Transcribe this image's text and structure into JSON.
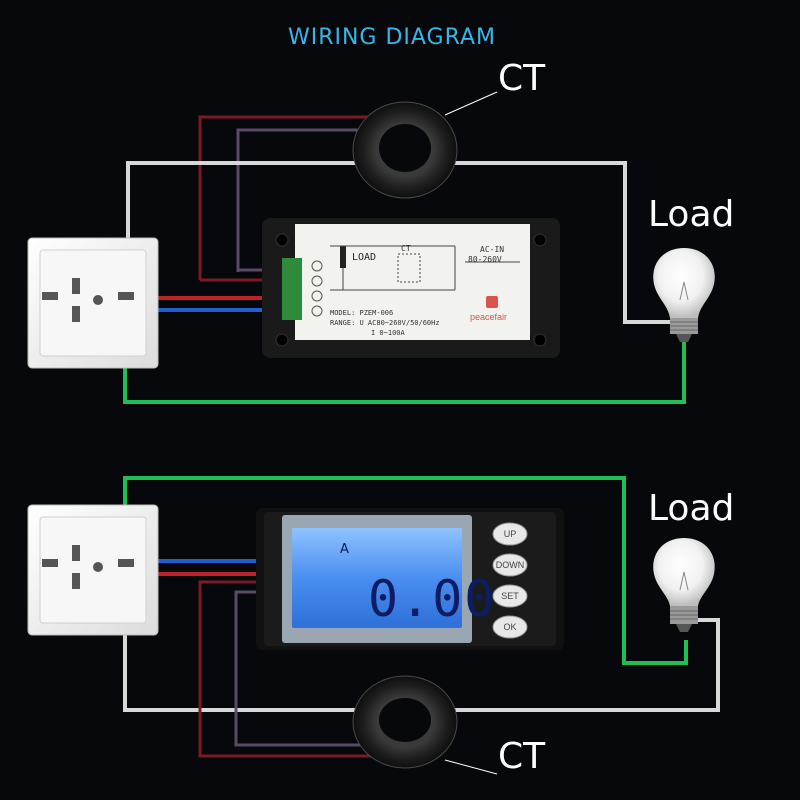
{
  "title": "WIRING DIAGRAM",
  "top": {
    "ct_label": "CT",
    "load_label": "Load",
    "module": {
      "load_text": "LOAD",
      "ct_text": "CT",
      "acin_text": "AC-IN",
      "voltage_text": "80-260V",
      "model_line": "MODEL:  PZEM-006",
      "range_line": "RANGE:  U  AC80~260V/50/60Hz",
      "current_line": "I  0~100A",
      "brand": "peacefair"
    }
  },
  "bottom": {
    "ct_label": "CT",
    "load_label": "Load",
    "meter": {
      "unit": "A",
      "reading": "0.00",
      "buttons": [
        "UP",
        "DOWN",
        "SET",
        "OK"
      ]
    }
  },
  "colors": {
    "background": "#07080b",
    "title": "#38b6e8",
    "wire_red": "#c0202a",
    "wire_blue": "#1f5fcf",
    "wire_green": "#1fbf55",
    "wire_white": "#d8d8d8",
    "wire_dark_red": "#7a1a26",
    "wire_purple": "#5a4a66",
    "lcd": "#4a8ef0"
  },
  "icons": [
    "wall-socket-icon",
    "light-bulb-icon",
    "current-transformer-icon"
  ]
}
